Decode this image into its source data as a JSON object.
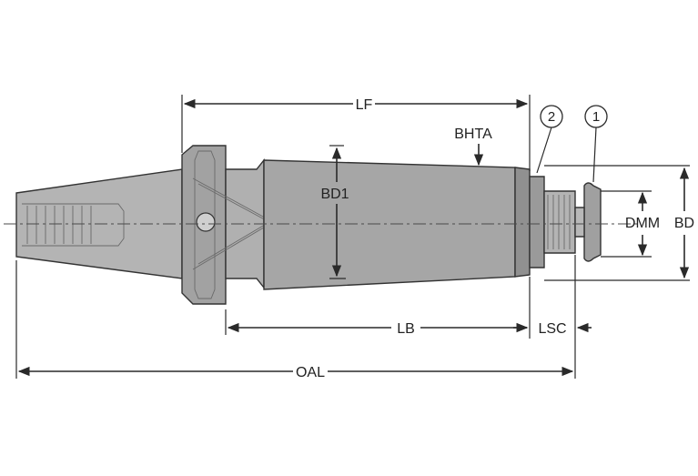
{
  "dimensions": {
    "lf": "LF",
    "bhta": "BHTA",
    "bd1": "BD1",
    "dmm": "DMM",
    "bd": "BD",
    "lb": "LB",
    "lsc": "LSC",
    "oal": "OAL"
  },
  "callouts": {
    "one": "1",
    "two": "2"
  },
  "colors": {
    "body_fill": "#aaaaaa",
    "body_dark": "#8c8c8c",
    "line": "#2a2a2a"
  }
}
